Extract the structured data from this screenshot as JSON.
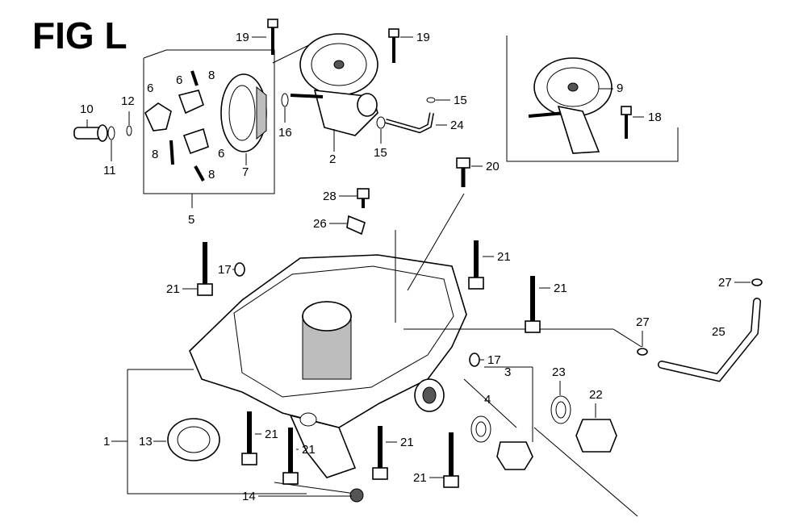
{
  "figure": {
    "title": "FIG L",
    "callouts": {
      "c1": "1",
      "c2": "2",
      "c3": "3",
      "c4": "4",
      "c5": "5",
      "c6a": "6",
      "c6b": "6",
      "c6c": "6",
      "c7": "7",
      "c8a": "8",
      "c8b": "8",
      "c8c": "8",
      "c9": "9",
      "c10": "10",
      "c11": "11",
      "c12": "12",
      "c13": "13",
      "c14": "14",
      "c15a": "15",
      "c15b": "15",
      "c16": "16",
      "c17a": "17",
      "c17b": "17",
      "c18": "18",
      "c19a": "19",
      "c19b": "19",
      "c20": "20",
      "c21a": "21",
      "c21b": "21",
      "c21c": "21",
      "c21d": "21",
      "c21e": "21",
      "c21f": "21",
      "c21g": "21",
      "c22": "22",
      "c23": "23",
      "c24": "24",
      "c25": "25",
      "c26": "26",
      "c27a": "27",
      "c27b": "27",
      "c28": "28"
    }
  }
}
